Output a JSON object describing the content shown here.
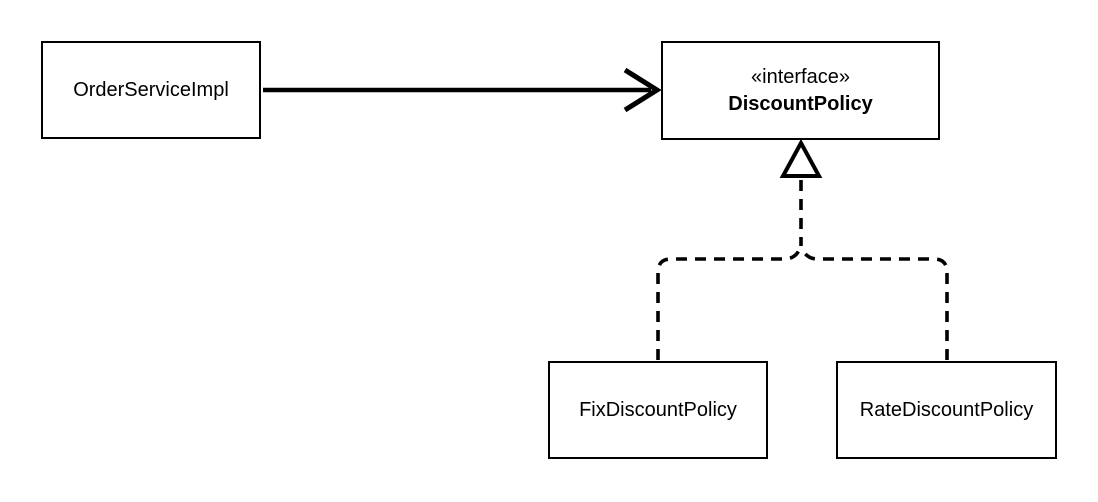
{
  "diagram": {
    "type": "uml-class-diagram",
    "background_color": "#ffffff",
    "line_color": "#000000",
    "nodes": {
      "order_service_impl": {
        "label": "OrderServiceImpl"
      },
      "discount_policy": {
        "stereotype": "«interface»",
        "label": "DiscountPolicy"
      },
      "fix_discount_policy": {
        "label": "FixDiscountPolicy"
      },
      "rate_discount_policy": {
        "label": "RateDiscountPolicy"
      }
    },
    "edges": [
      {
        "from": "OrderServiceImpl",
        "to": "DiscountPolicy",
        "type": "dependency",
        "style": "solid-line-open-arrowhead"
      },
      {
        "from": "FixDiscountPolicy",
        "to": "DiscountPolicy",
        "type": "realization",
        "style": "dashed-line-hollow-triangle"
      },
      {
        "from": "RateDiscountPolicy",
        "to": "DiscountPolicy",
        "type": "realization",
        "style": "dashed-line-hollow-triangle"
      }
    ]
  }
}
